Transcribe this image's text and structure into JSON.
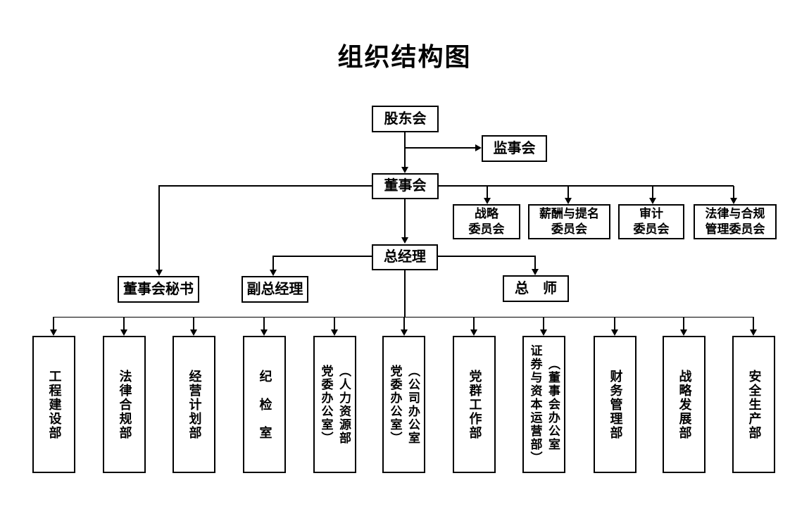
{
  "title": "组织结构图",
  "colors": {
    "line": "#000000",
    "background": "#ffffff",
    "text": "#000000"
  },
  "nodes": {
    "shareholders": {
      "label": "股东会"
    },
    "supervisory_board": {
      "label": "监事会"
    },
    "board_of_directors": {
      "label": "董事会"
    },
    "general_manager": {
      "label": "总经理"
    },
    "board_secretary": {
      "label": "董事会秘书"
    },
    "deputy_general_manager": {
      "label": "副总经理"
    },
    "chief_engineer": {
      "label": "总　师"
    }
  },
  "committees": [
    {
      "label": "战略\n委员会"
    },
    {
      "label": "薪酬与提名\n委员会"
    },
    {
      "label": "审计\n委员会"
    },
    {
      "label": "法律与合规\n管理委员会"
    }
  ],
  "departments": [
    {
      "label": "工程建设部"
    },
    {
      "label": "法律合规部"
    },
    {
      "label": "经营计划部"
    },
    {
      "label": "纪　检　室"
    },
    {
      "label": "（人力资源部\n党委办公室）"
    },
    {
      "label": "（公司办公室\n党委办公室）"
    },
    {
      "label": "党群工作部"
    },
    {
      "label": "（董事会办公室\n证券与资本运营部）"
    },
    {
      "label": "财务管理部"
    },
    {
      "label": "战略发展部"
    },
    {
      "label": "安全生产部"
    }
  ]
}
